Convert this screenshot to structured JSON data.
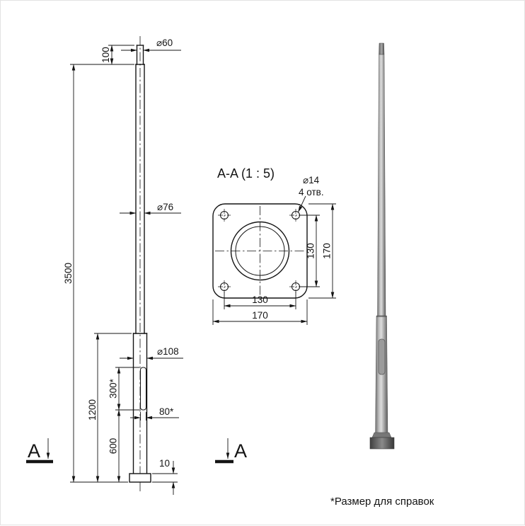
{
  "front_view": {
    "dim_d60": "⌀60",
    "dim_100": "100",
    "dim_d76": "⌀76",
    "dim_3500": "3500",
    "dim_d108": "⌀108",
    "dim_300": "300*",
    "dim_1200": "1200",
    "dim_600": "600",
    "dim_80": "80*",
    "dim_10": "10",
    "section_letter": "A"
  },
  "section_view": {
    "title": "A-A (1 : 5)",
    "hole_diameter": "⌀14",
    "hole_count": "4 отв.",
    "dim_vertical_inner": "130",
    "dim_vertical_outer": "170",
    "dim_horizontal_inner": "130",
    "dim_horizontal_outer": "170"
  },
  "footnote": "*Размер для справок",
  "colors": {
    "line": "#141414",
    "background": "#ffffff",
    "render_metal_light": "#d9d9d9",
    "render_metal_dark": "#5c5c5c"
  }
}
